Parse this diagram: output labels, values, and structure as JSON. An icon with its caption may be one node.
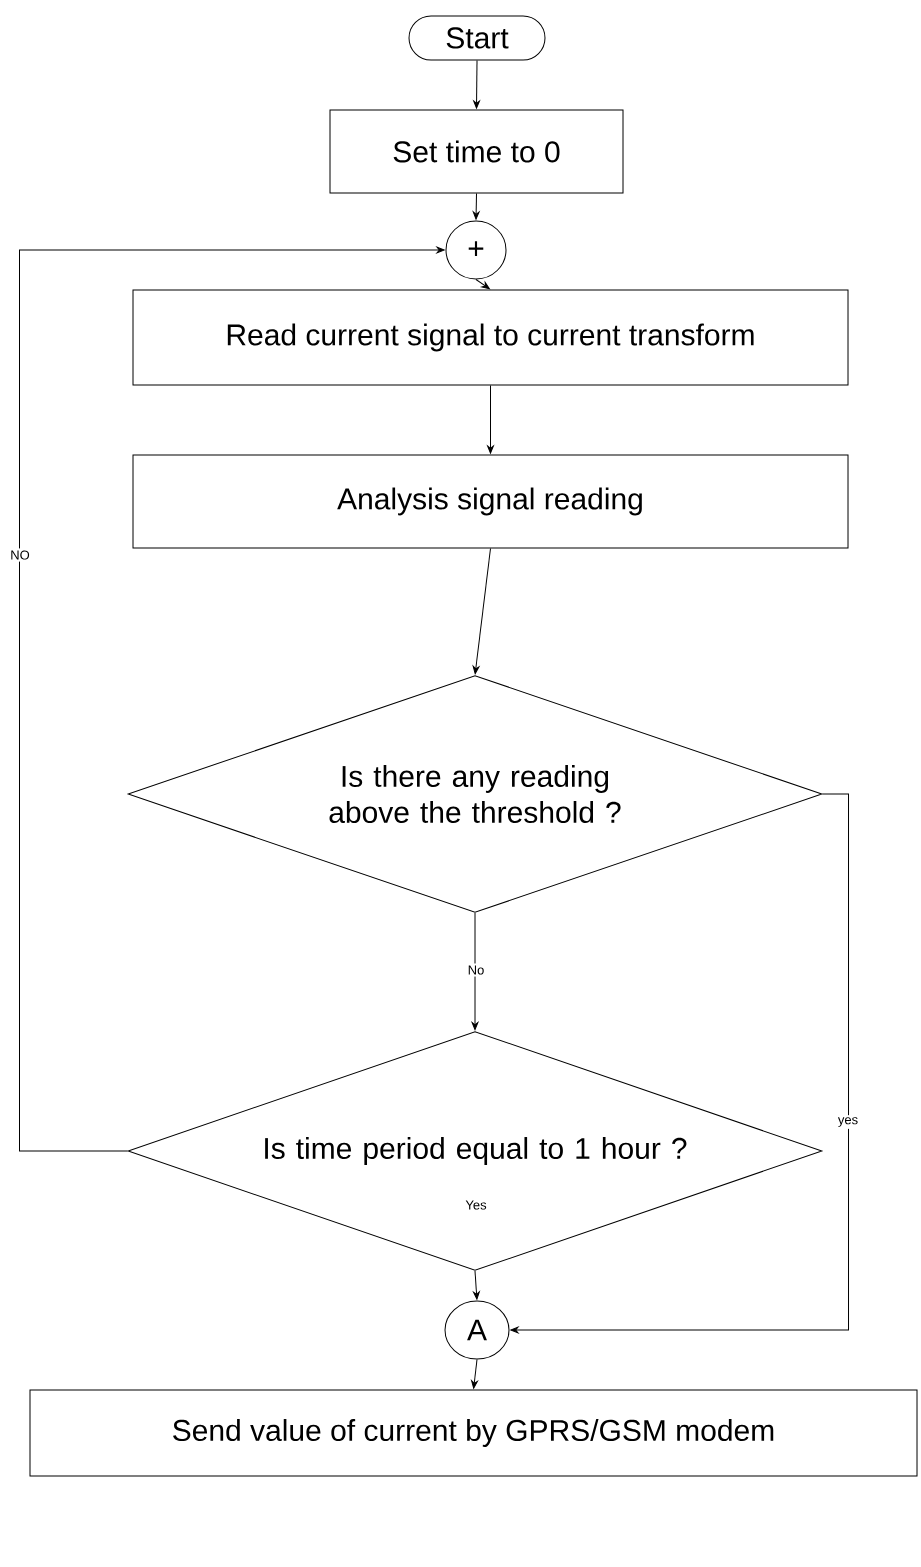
{
  "diagram": {
    "nodes": [
      {
        "text": [
          "Start"
        ]
      },
      {
        "text": [
          "Set time to 0"
        ]
      },
      {
        "text": [
          "+"
        ]
      },
      {
        "text": [
          "Read current signal to current transform"
        ]
      },
      {
        "text": [
          "Analysis signal reading"
        ]
      },
      {
        "text": [
          "Is there any reading above the threshold ?"
        ]
      },
      {
        "text": [
          "Is time period equal to 1 hour ?"
        ]
      },
      {
        "text": [
          "A"
        ]
      },
      {
        "text": [
          "Send value of current by GPRS/GSM modem"
        ]
      }
    ],
    "edges": [
      {
        "from": 0,
        "to": 1,
        "arrow": "to"
      },
      {
        "from": 1,
        "to": 2,
        "arrow": "to"
      },
      {
        "from": 2,
        "to": 3,
        "arrow": "to"
      },
      {
        "from": 3,
        "to": 4,
        "arrow": "to"
      },
      {
        "from": 4,
        "to": 5,
        "arrow": "to"
      },
      {
        "from": 5,
        "to": 6,
        "arrow": "to",
        "label": "No"
      },
      {
        "from": 6,
        "to": 2,
        "arrow": "to",
        "label": "NO"
      },
      {
        "from": 6,
        "to": 7,
        "arrow": "to",
        "label": "Yes"
      },
      {
        "from": 5,
        "to": 7,
        "arrow": "to",
        "label": "yes"
      },
      {
        "from": 7,
        "to": 8,
        "arrow": "to"
      }
    ]
  }
}
